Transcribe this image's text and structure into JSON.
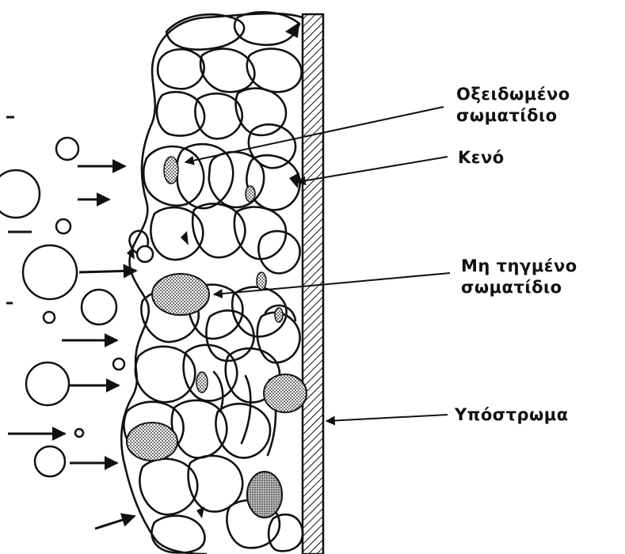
{
  "labels": {
    "oxidized_line1": "Οξειδωμένο",
    "oxidized_line2": "σωματίδιο",
    "void": "Κενό",
    "unmelted_line1": "Μη τηγμένο",
    "unmelted_line2": "σωματίδιο",
    "substrate": "Υπόστρωμα"
  },
  "colors": {
    "ink": "#111111",
    "background": "#ffffff",
    "particle_fill": "#c8c8c8"
  }
}
